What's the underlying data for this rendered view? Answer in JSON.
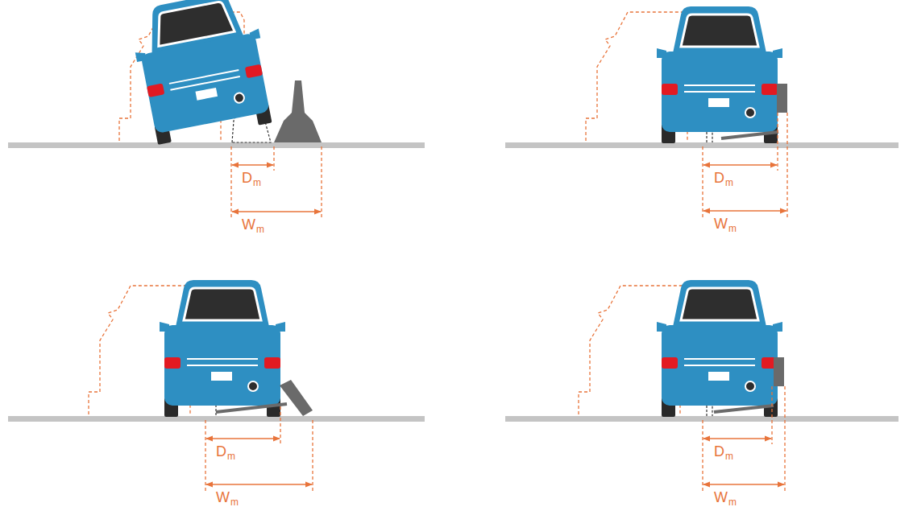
{
  "diagram": {
    "labels": [
      "D",
      "m",
      "W",
      "m",
      "D",
      "m",
      "W",
      "m",
      "D",
      "m",
      "W",
      "m",
      "D",
      "m",
      "W",
      "m"
    ]
  }
}
